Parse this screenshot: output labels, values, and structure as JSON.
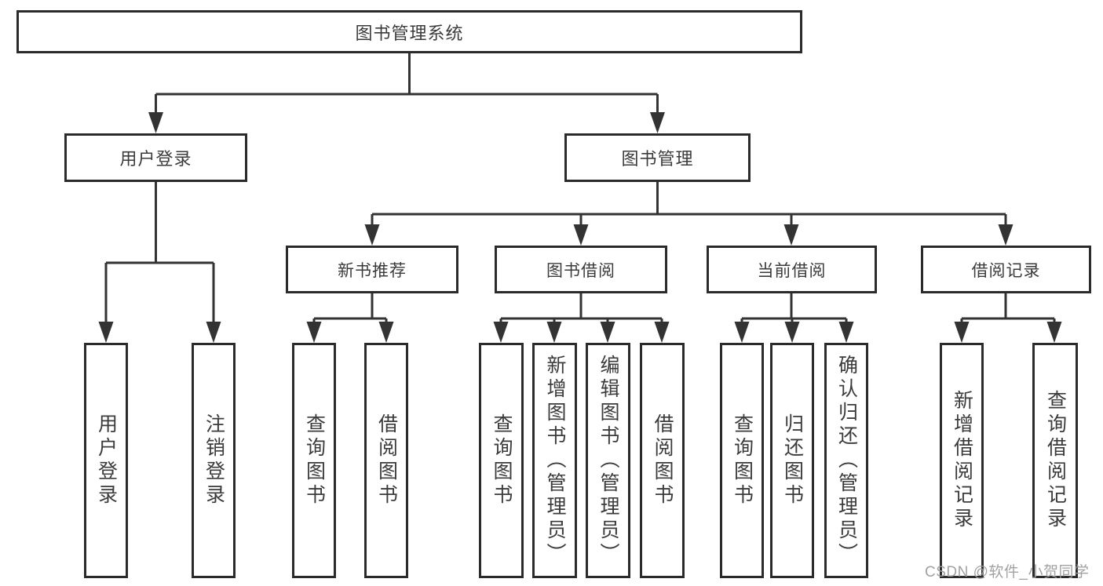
{
  "diagram": {
    "type": "hierarchy-tree",
    "root": {
      "label": "图书管理系统",
      "children": [
        {
          "label": "用户登录",
          "children": [
            {
              "label": "用户登录"
            },
            {
              "label": "注销登录"
            }
          ]
        },
        {
          "label": "图书管理",
          "children": [
            {
              "label": "新书推荐",
              "children": [
                {
                  "label": "查询图书"
                },
                {
                  "label": "借阅图书"
                }
              ]
            },
            {
              "label": "图书借阅",
              "children": [
                {
                  "label": "查询图书"
                },
                {
                  "label": "新增图书（管理员）"
                },
                {
                  "label": "编辑图书（管理员）"
                },
                {
                  "label": "借阅图书"
                }
              ]
            },
            {
              "label": "当前借阅",
              "children": [
                {
                  "label": "查询图书"
                },
                {
                  "label": "归还图书"
                },
                {
                  "label": "确认归还（管理员）"
                }
              ]
            },
            {
              "label": "借阅记录",
              "children": [
                {
                  "label": "新增借阅记录"
                },
                {
                  "label": "查询借阅记录"
                }
              ]
            }
          ]
        }
      ]
    }
  },
  "watermark": {
    "text": "CSDN @软件_小贺同学"
  },
  "colors": {
    "line": "#333333",
    "box_border": "#2b2b2b",
    "box_fill": "#ffffff",
    "text": "#3b3b3b",
    "watermark": "#9d9d9d",
    "background": "#ffffff"
  }
}
